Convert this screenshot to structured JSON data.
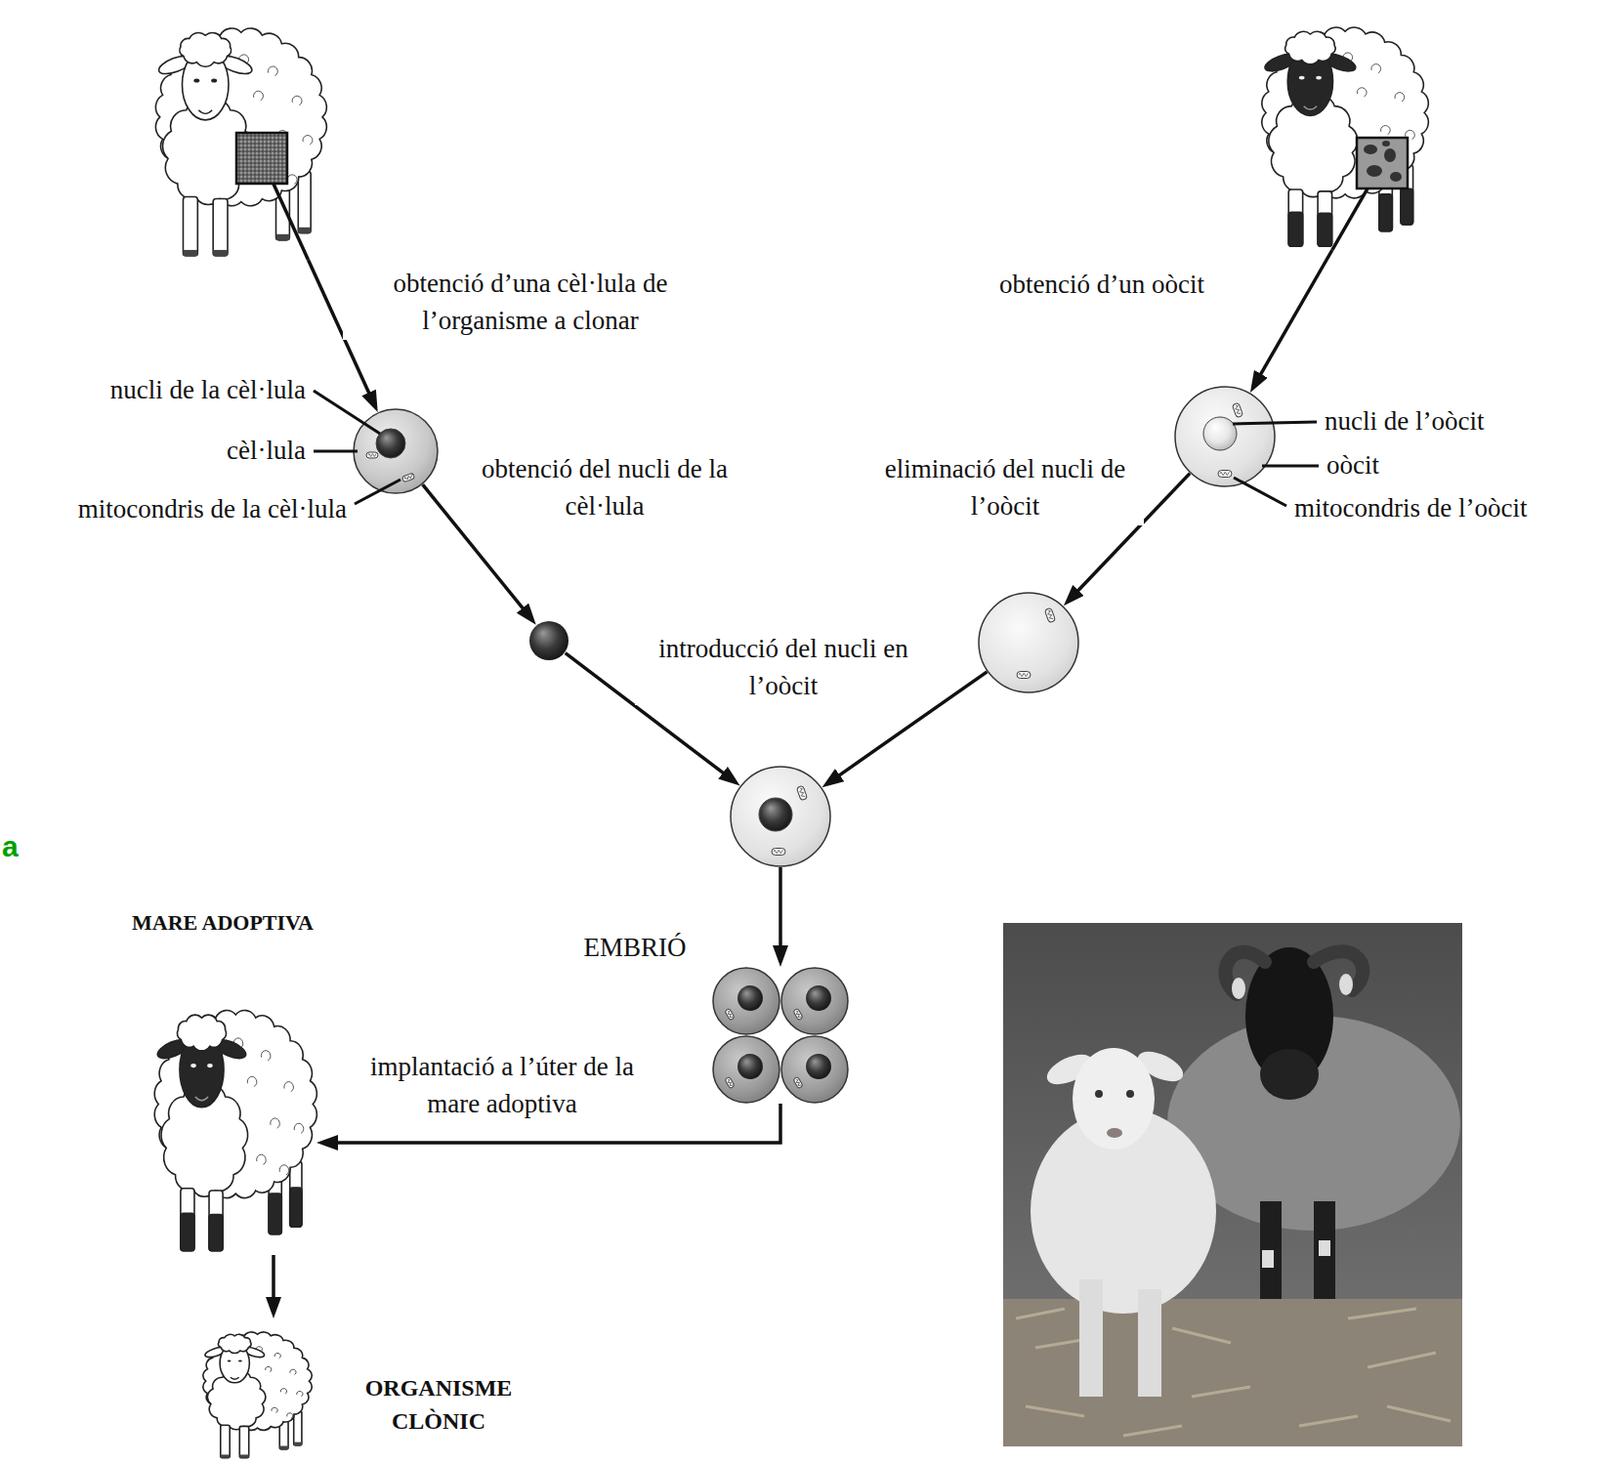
{
  "diagram": {
    "nodes": [
      {
        "text": []
      },
      {
        "text": []
      },
      {
        "text": [
          "nucli de la cèl·lula",
          "cèl·lula",
          "mitocondris de la cèl·lula"
        ]
      },
      {
        "text": [
          "nucli de l’oòcit",
          "oòcit",
          "mitocondris de l’oòcit"
        ]
      },
      {
        "text": []
      },
      {
        "text": []
      },
      {
        "text": []
      },
      {
        "text": [
          "EMBRIÓ"
        ]
      },
      {
        "text": [
          "MARE ADOPTIVA"
        ]
      },
      {
        "text": [
          "ORGANISME CLÒNIC"
        ]
      }
    ],
    "edges": [
      {
        "from": 0,
        "to": 2,
        "arrow": "to",
        "label": "obtenció d’una cèl·lula de l’organisme a clonar"
      },
      {
        "from": 1,
        "to": 3,
        "arrow": "to",
        "label": "obtenció d’un oòcit"
      },
      {
        "from": 2,
        "to": 4,
        "arrow": "to",
        "label": "obtenció del nucli de la cèl·lula"
      },
      {
        "from": 3,
        "to": 5,
        "arrow": "to",
        "label": "eliminació del nucli de l’oòcit"
      },
      {
        "from": 4,
        "to": 6,
        "arrow": "to",
        "label": "introducció del nucli en l’oòcit"
      },
      {
        "from": 5,
        "to": 6,
        "arrow": "to"
      },
      {
        "from": 6,
        "to": 7,
        "arrow": "to"
      },
      {
        "from": 7,
        "to": 8,
        "arrow": "to",
        "label": "implantació a l’úter de la mare adoptiva"
      },
      {
        "from": 8,
        "to": 9,
        "arrow": "to"
      }
    ],
    "labels": [
      "a"
    ]
  }
}
